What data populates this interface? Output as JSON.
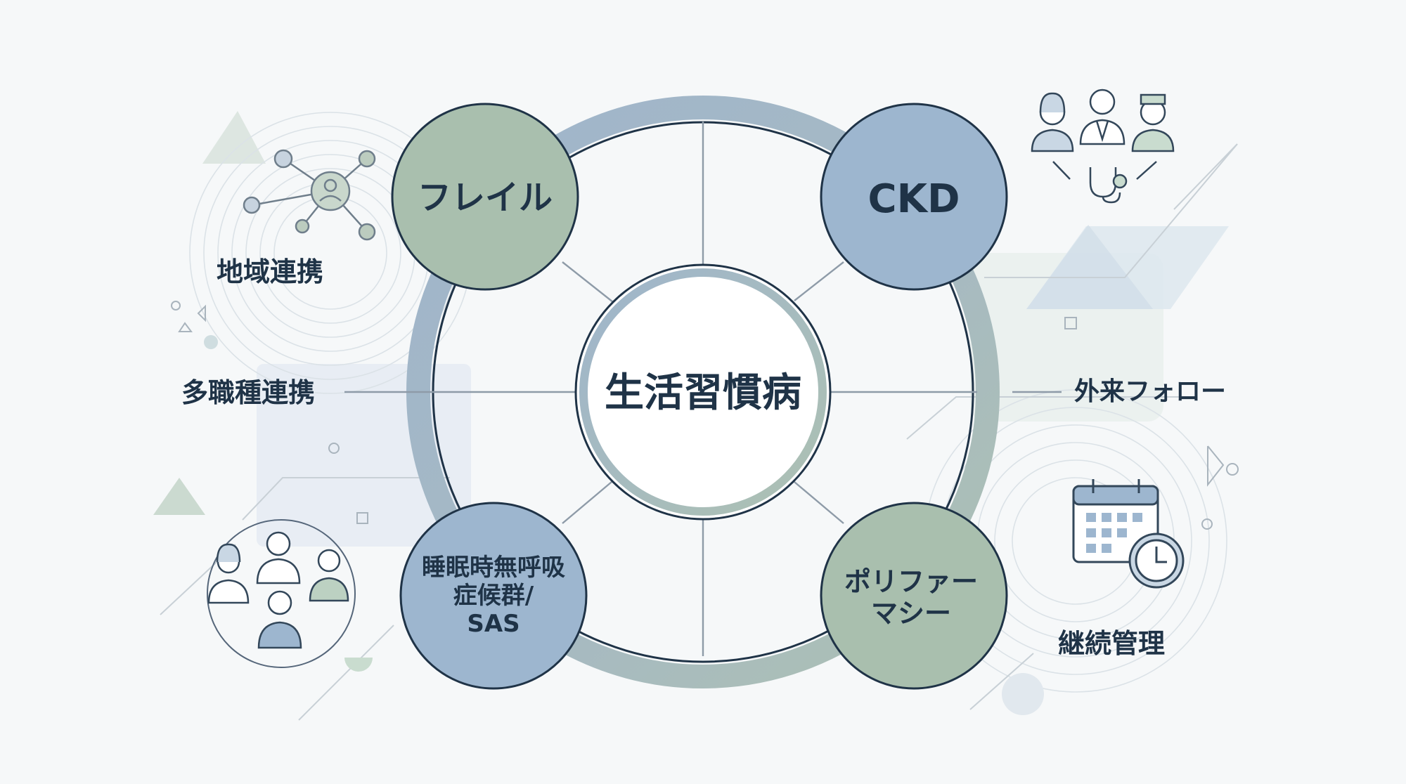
{
  "diagram": {
    "center": {
      "label": "生活習慣病"
    },
    "nodes": {
      "top_left": {
        "label": "フレイル"
      },
      "top_right": {
        "label": "CKD"
      },
      "bottom_left": {
        "lines": [
          "睡眠時無呼吸",
          "症候群/",
          "SAS"
        ]
      },
      "bottom_right": {
        "lines": [
          "ポリファー",
          "マシー"
        ]
      }
    },
    "side_labels": {
      "regional": "地域連携",
      "multidisciplinary": "多職種連携",
      "outpatient": "外来フォロー",
      "continuous": "継続管理"
    }
  },
  "colors": {
    "background": "#f6f8f9",
    "green_node": "#a9bfae",
    "blue_node": "#9db6cf",
    "outline": "#1f3347",
    "ring_blue": "#9fb5cc",
    "ring_green": "#adc1b2",
    "line": "#8e9ba8",
    "text": "#1f3347"
  },
  "icons": {
    "network": "network-icon",
    "medical_team": "medical-team-icon",
    "stethoscope": "stethoscope-icon",
    "care_team": "care-team-icon",
    "calendar": "calendar-icon",
    "clock": "clock-icon"
  }
}
